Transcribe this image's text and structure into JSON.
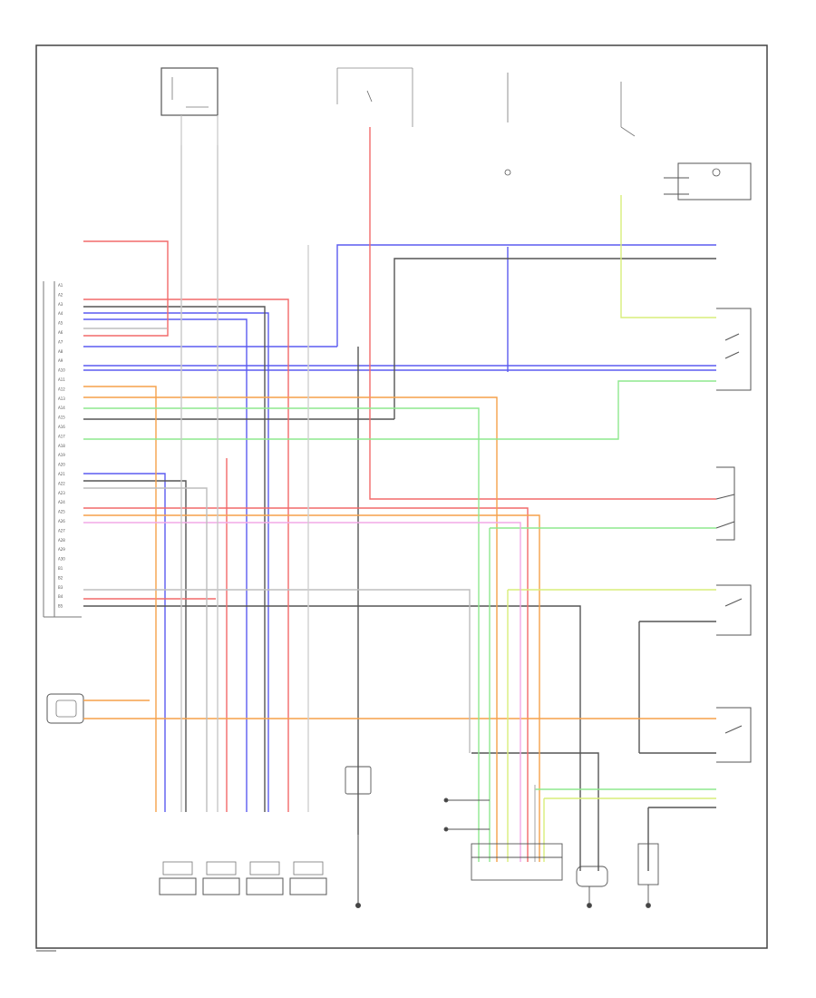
{
  "wire_colors": {
    "blue": "#5b5bf0",
    "red": "#f26a6a",
    "orange": "#f5a14a",
    "green": "#8ee88e",
    "yellow_green": "#d8ee7a",
    "dark_gray": "#555555",
    "gray": "#bdbdbd",
    "pink": "#f2a8e6",
    "black": "#333333"
  },
  "connector_pins": [
    "A1",
    "A2",
    "A3",
    "A4",
    "A5",
    "A6",
    "A7",
    "A8",
    "A9",
    "A10",
    "A11",
    "A12",
    "A13",
    "A14",
    "A15",
    "A16",
    "A17",
    "A18",
    "A19",
    "A20",
    "A21",
    "A22",
    "A23",
    "A24",
    "A25",
    "A26",
    "A27",
    "A28",
    "A29",
    "A30",
    "B1",
    "B2",
    "B3",
    "B4",
    "B5"
  ],
  "bottom_sensor_count": 4,
  "page_marker": ""
}
